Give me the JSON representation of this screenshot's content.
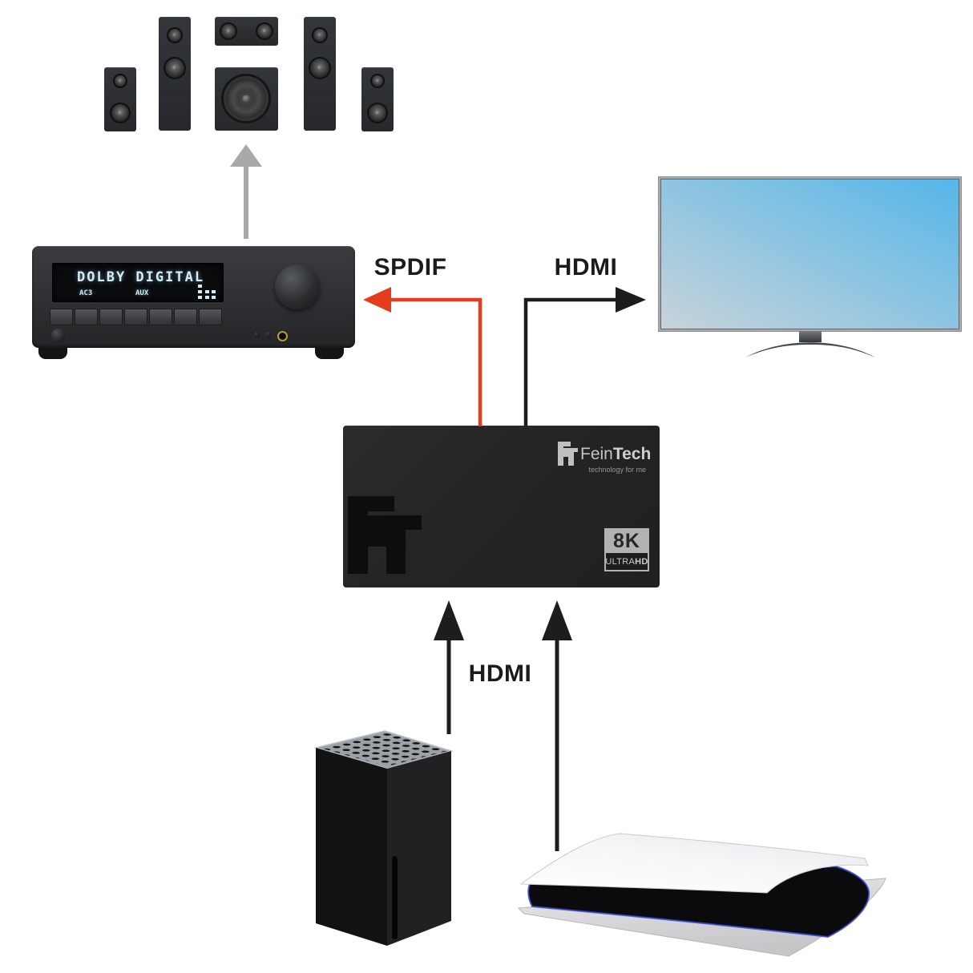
{
  "labels": {
    "spdif": "SPDIF",
    "hdmi_to_tv": "HDMI",
    "hdmi_from_consoles": "HDMI"
  },
  "receiver": {
    "display_main": "DOLBY DIGITAL",
    "display_mode": "AC3",
    "display_input": "AUX"
  },
  "hdmi_switch": {
    "brand_first": "Fein",
    "brand_second": "Tech",
    "tagline": "technology for me",
    "badge_resolution": "8K",
    "badge_ultra": "ULTRA",
    "badge_hd": "HD"
  },
  "colors": {
    "spdif_arrow": "#e63c1e",
    "hdmi_arrow": "#1d1d1b",
    "speaker_arrow": "#a9a9a9",
    "screen_top": "#55b6e9",
    "screen_bottom": "#c7d3da",
    "display_text": "#d6ebf7"
  }
}
